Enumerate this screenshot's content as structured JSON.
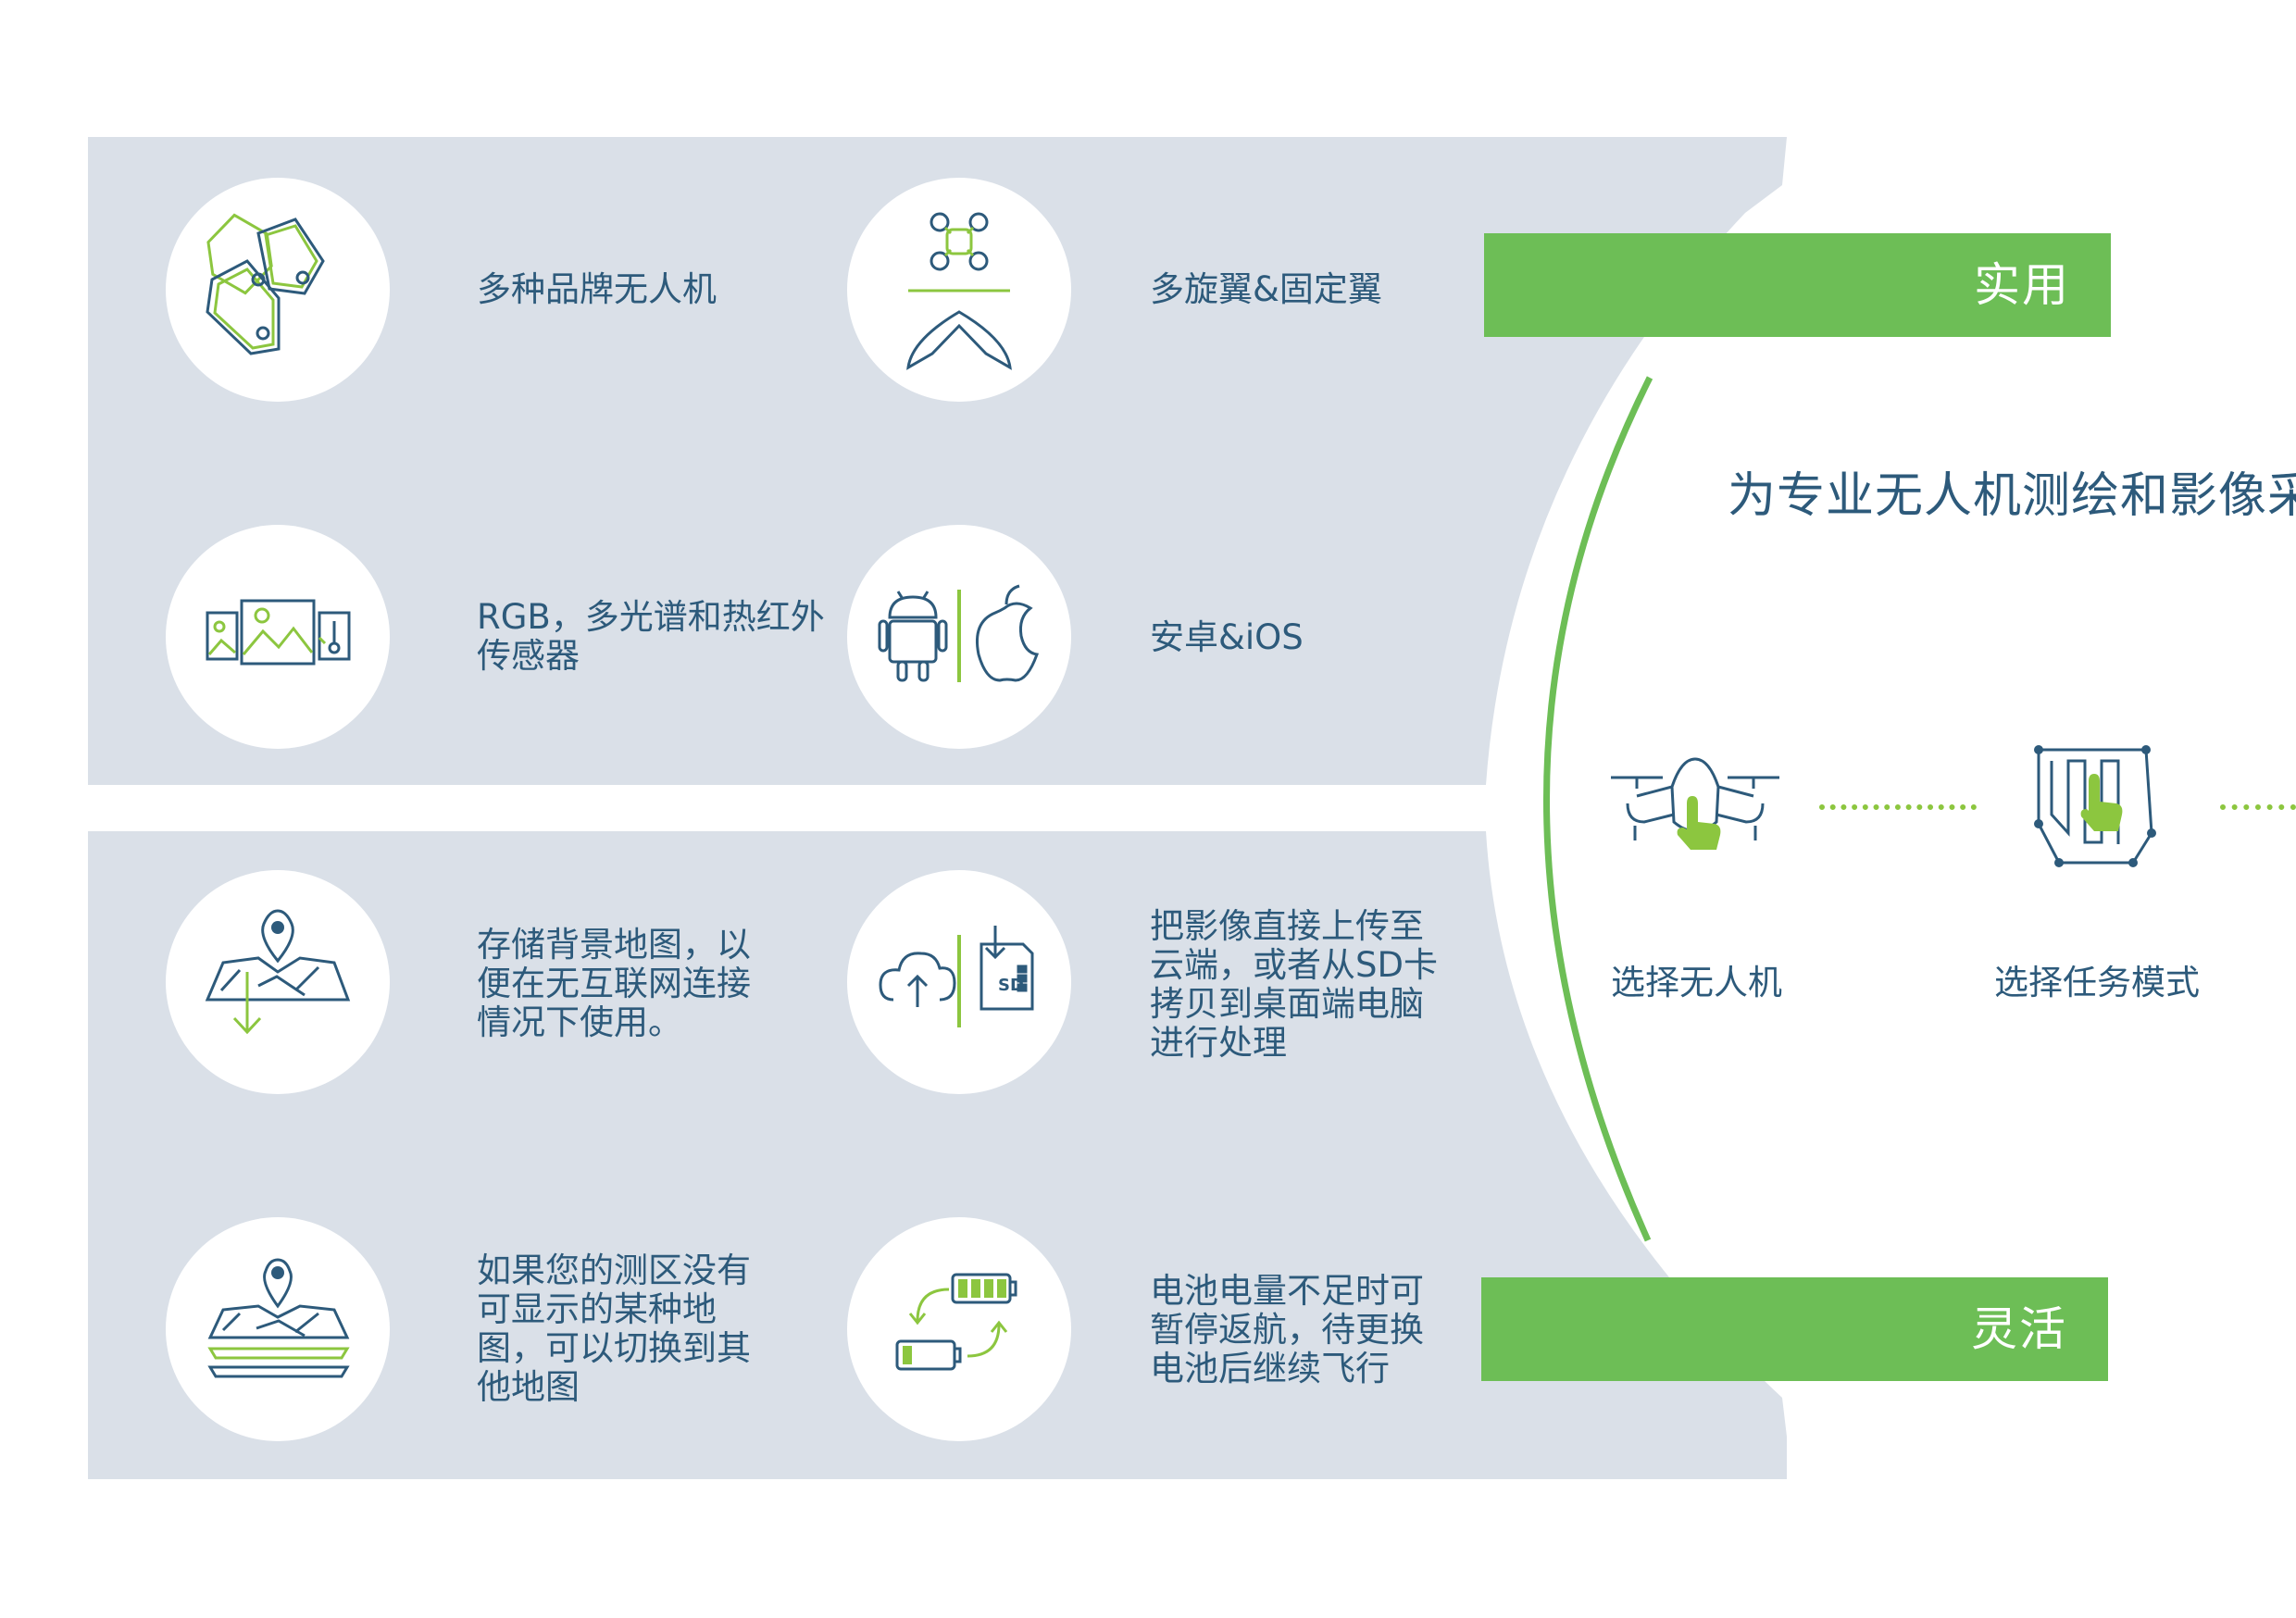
{
  "features": [
    {
      "text": "多种品牌无人机",
      "icon": "drone-brands-tags-icon"
    },
    {
      "text": "多旋翼&固定翼",
      "icon": "multirotor-fixedwing-icon"
    },
    {
      "text": "RGB，多光谱和热红外\n传感器",
      "icon": "sensors-image-thermometer-icon"
    },
    {
      "text": "安卓&iOS",
      "icon": "android-ios-icon"
    },
    {
      "text": "存储背景地图，以\n便在无互联网连接\n情况下使用。",
      "icon": "offline-map-download-icon"
    },
    {
      "text": "把影像直接上传至\n云端，或者从SD卡\n拷贝到桌面端电脑\n进行处理",
      "icon": "cloud-upload-sd-card-icon"
    },
    {
      "text": "如果您的测区没有\n可显示的某种地\n图，可以切换到其\n他地图",
      "icon": "layered-maps-icon"
    },
    {
      "text": "电池电量不足时可\n暂停返航，待更换\n电池后继续飞行",
      "icon": "battery-swap-icon"
    }
  ],
  "banners": {
    "top": "实用",
    "bottom": "灵活"
  },
  "headline": "为专业无人机测绘和影像采集",
  "steps": [
    {
      "label": "选择无人机",
      "icon": "select-drone-icon"
    },
    {
      "label": "选择任务模式",
      "icon": "select-mission-mode-icon"
    }
  ],
  "colors": {
    "panel": "#dae0e8",
    "accent": "#6dbe56",
    "text": "#2d5a7b",
    "lime": "#8cc63f"
  }
}
